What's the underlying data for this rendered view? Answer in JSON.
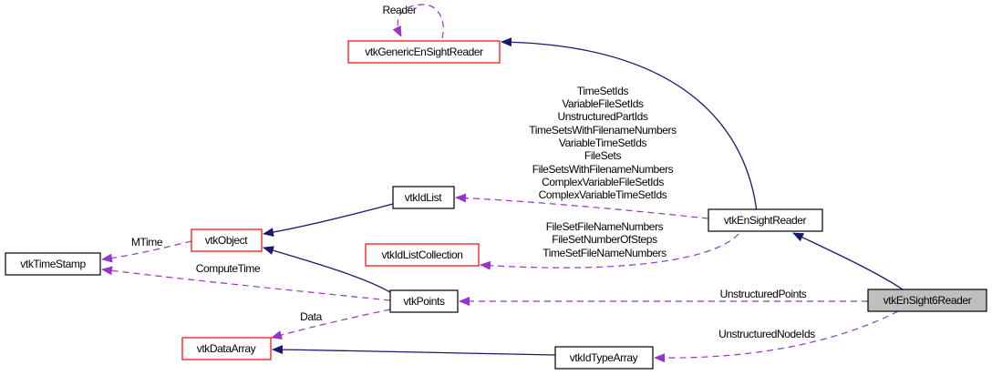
{
  "diagram": {
    "title": "vtkEnSight6Reader collaboration graph",
    "colors": {
      "inherit_edge": "#191970",
      "usage_edge": "#9a32cd",
      "documented_border": "#000000",
      "undocumented_border": "#ff0000",
      "focus_fill": "#bfbfbf"
    },
    "nodes": [
      {
        "id": "vtkGenericEnSightReader",
        "label": "vtkGenericEnSightReader",
        "border": "red"
      },
      {
        "id": "vtkEnSightReader",
        "label": "vtkEnSightReader",
        "border": "black"
      },
      {
        "id": "vtkEnSight6Reader",
        "label": "vtkEnSight6Reader",
        "border": "black",
        "focus": true
      },
      {
        "id": "vtkIdList",
        "label": "vtkIdList",
        "border": "black"
      },
      {
        "id": "vtkIdListCollection",
        "label": "vtkIdListCollection",
        "border": "red"
      },
      {
        "id": "vtkPoints",
        "label": "vtkPoints",
        "border": "black"
      },
      {
        "id": "vtkObject",
        "label": "vtkObject",
        "border": "red"
      },
      {
        "id": "vtkTimeStamp",
        "label": "vtkTimeStamp",
        "border": "black"
      },
      {
        "id": "vtkDataArray",
        "label": "vtkDataArray",
        "border": "red"
      },
      {
        "id": "vtkIdTypeArray",
        "label": "vtkIdTypeArray",
        "border": "black"
      }
    ],
    "edges": [
      {
        "from": "vtkEnSightReader",
        "to": "vtkGenericEnSightReader",
        "type": "inherit"
      },
      {
        "from": "vtkEnSight6Reader",
        "to": "vtkEnSightReader",
        "type": "inherit"
      },
      {
        "from": "vtkIdList",
        "to": "vtkObject",
        "type": "inherit"
      },
      {
        "from": "vtkPoints",
        "to": "vtkObject",
        "type": "inherit"
      },
      {
        "from": "vtkIdTypeArray",
        "to": "vtkDataArray",
        "type": "inherit"
      },
      {
        "from": "vtkGenericEnSightReader",
        "to": "vtkGenericEnSightReader",
        "type": "usage",
        "labels": [
          "Reader"
        ]
      },
      {
        "from": "vtkEnSightReader",
        "to": "vtkIdList",
        "type": "usage",
        "labels": [
          "TimeSetIds",
          "VariableFileSetIds",
          "UnstructuredPartIds",
          "TimeSetsWithFilenameNumbers",
          "VariableTimeSetIds",
          "FileSets",
          "FileSetsWithFilenameNumbers",
          "ComplexVariableFileSetIds",
          "ComplexVariableTimeSetIds"
        ]
      },
      {
        "from": "vtkEnSightReader",
        "to": "vtkIdListCollection",
        "type": "usage",
        "labels": [
          "FileSetFileNameNumbers",
          "FileSetNumberOfSteps",
          "TimeSetFileNameNumbers"
        ]
      },
      {
        "from": "vtkObject",
        "to": "vtkTimeStamp",
        "type": "usage",
        "labels": [
          "MTime"
        ]
      },
      {
        "from": "vtkPoints",
        "to": "vtkTimeStamp",
        "type": "usage",
        "labels": [
          "ComputeTime"
        ]
      },
      {
        "from": "vtkPoints",
        "to": "vtkDataArray",
        "type": "usage",
        "labels": [
          "Data"
        ]
      },
      {
        "from": "vtkEnSight6Reader",
        "to": "vtkPoints",
        "type": "usage",
        "labels": [
          "UnstructuredPoints"
        ]
      },
      {
        "from": "vtkEnSight6Reader",
        "to": "vtkIdTypeArray",
        "type": "usage",
        "labels": [
          "UnstructuredNodeIds"
        ]
      }
    ]
  }
}
